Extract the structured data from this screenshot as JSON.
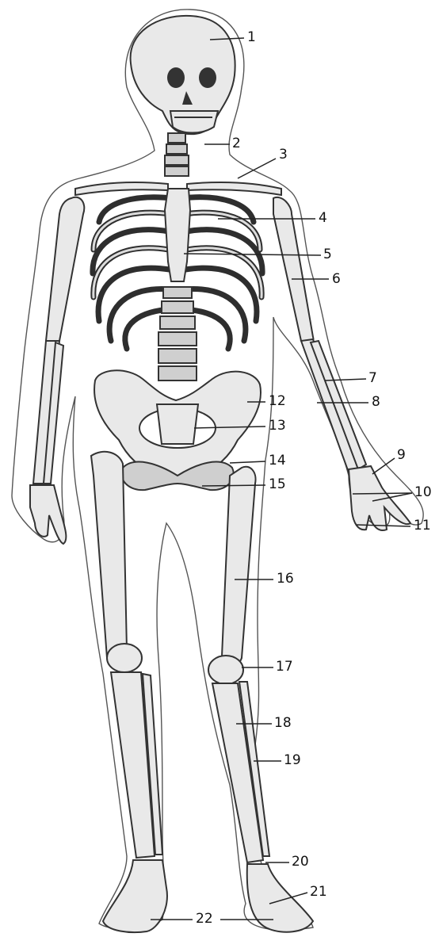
{
  "diagram": {
    "labels": [
      "1",
      "2",
      "3",
      "4",
      "5",
      "6",
      "7",
      "8",
      "9",
      "10",
      "11",
      "12",
      "13",
      "14",
      "15",
      "16",
      "17",
      "18",
      "19",
      "20",
      "21",
      "22"
    ],
    "colors": {
      "ink": "#222222",
      "bone": "#e9e9e9",
      "bone_dark": "#9a9a9a",
      "outline": "#555555"
    }
  }
}
